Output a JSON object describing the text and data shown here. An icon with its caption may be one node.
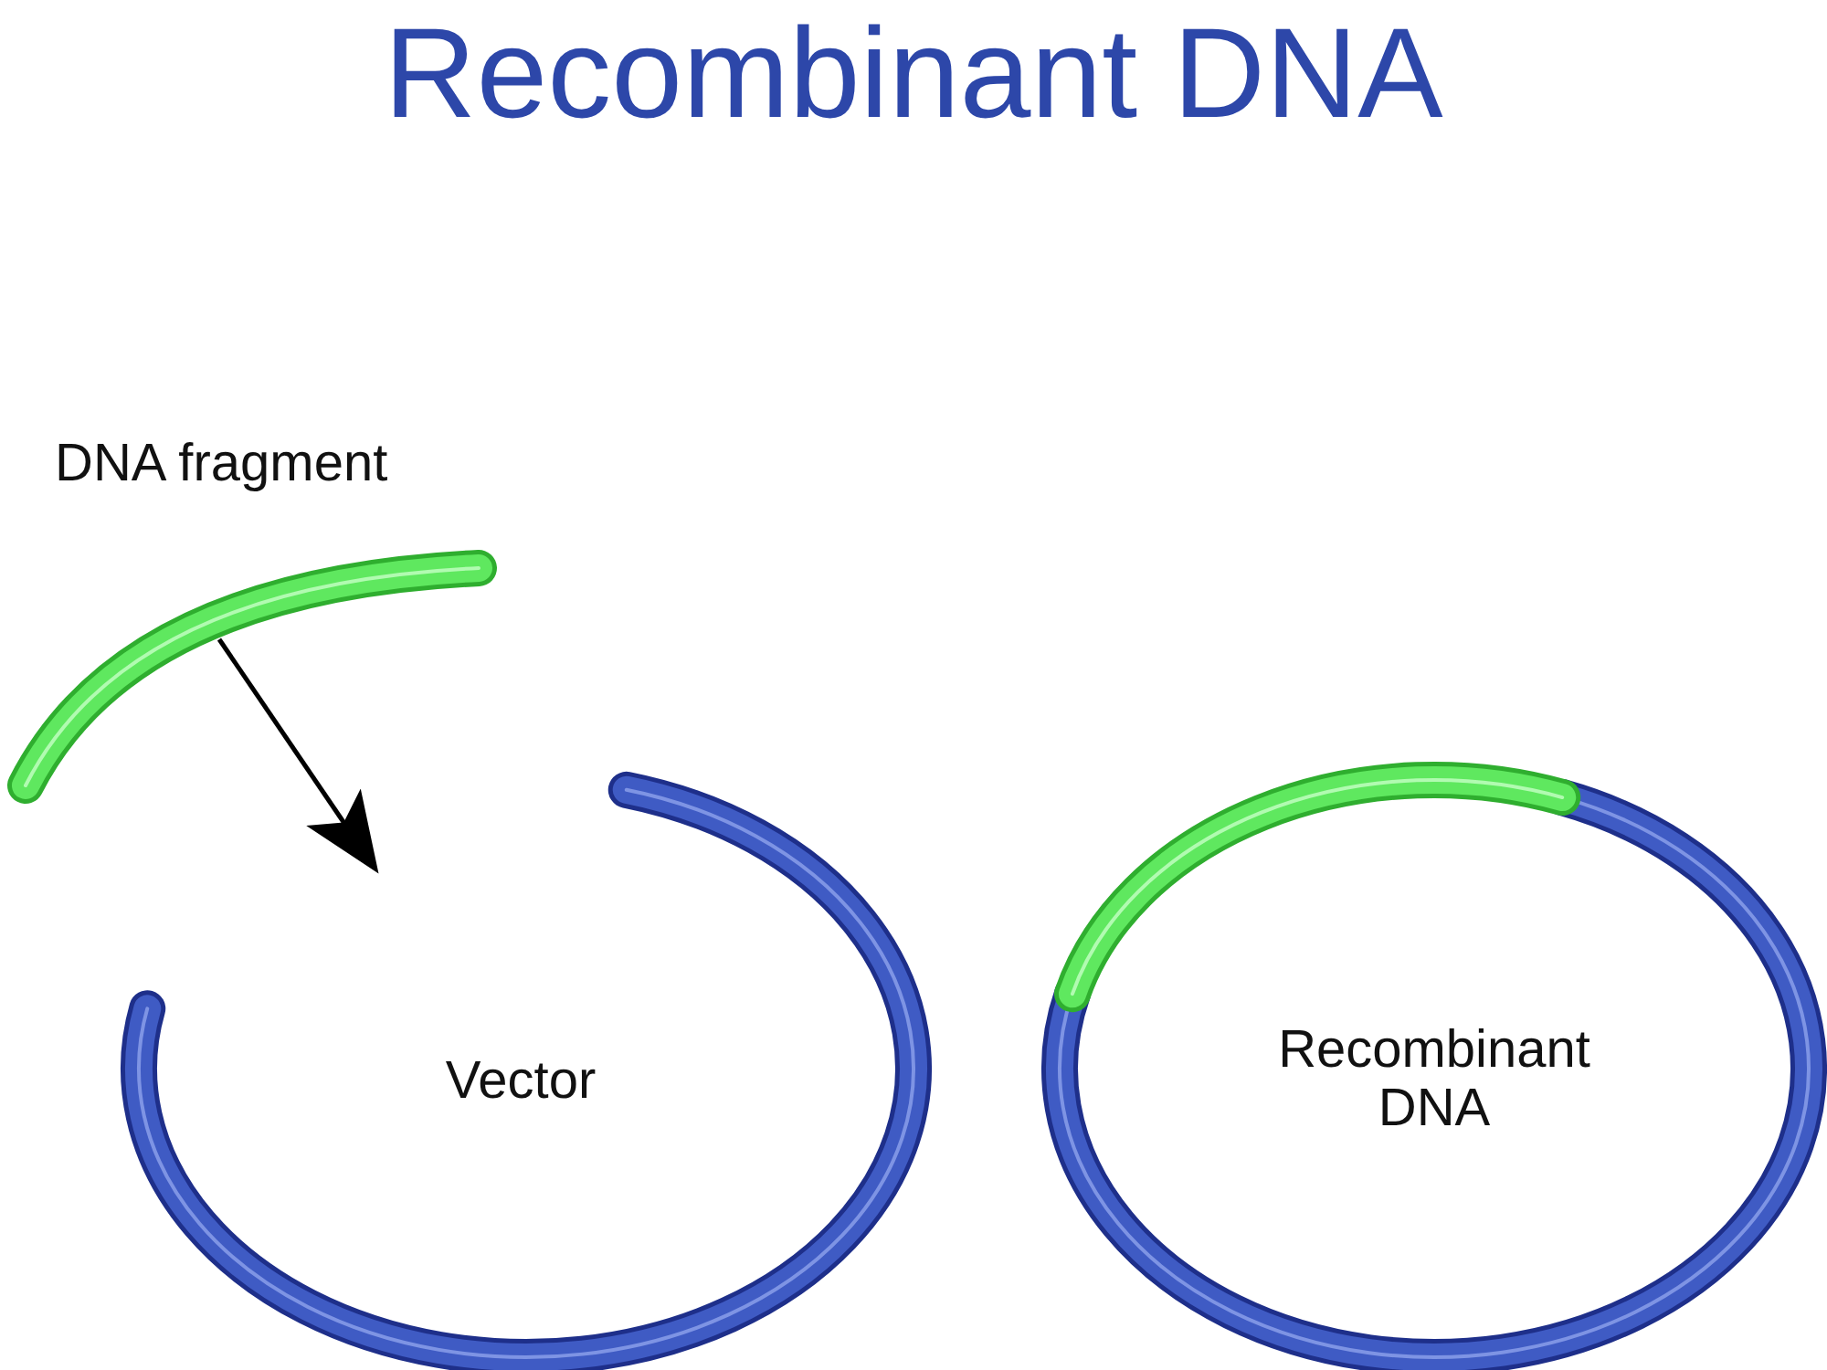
{
  "diagram": {
    "title": "Recombinant DNA",
    "nodes": [
      {
        "text": [
          "DNA fragment"
        ]
      },
      {
        "text": [
          "Vector"
        ]
      },
      {
        "text": [
          "Recombinant DNA"
        ]
      }
    ],
    "edges": [
      {
        "from": 0,
        "to": 1,
        "arrow": "to"
      }
    ]
  }
}
